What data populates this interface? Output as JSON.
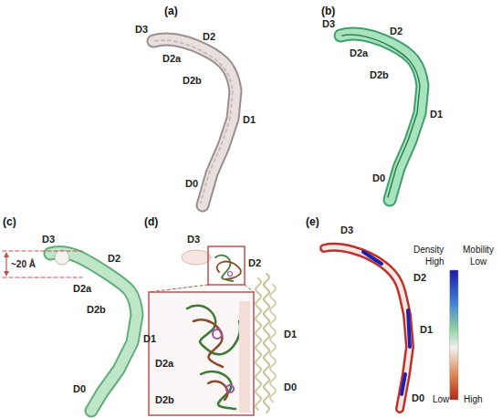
{
  "diagram": {
    "labels": [
      "(a)",
      "D3",
      "D2",
      "D2a",
      "D2b",
      "D1",
      "D0",
      "(b)",
      "D3",
      "D2",
      "D2a",
      "D2b",
      "D1",
      "D0",
      "(c)",
      "D3",
      "D2",
      "~20 Å",
      "D2a",
      "D2b",
      "D1",
      "D0",
      "(d)",
      "D3",
      "D2",
      "D2a",
      "D2b",
      "D1",
      "D0",
      "(e)",
      "D3",
      "D2",
      "D1",
      "D0",
      "Density",
      "High",
      "Mobility",
      "Low",
      "Low",
      "High"
    ]
  }
}
